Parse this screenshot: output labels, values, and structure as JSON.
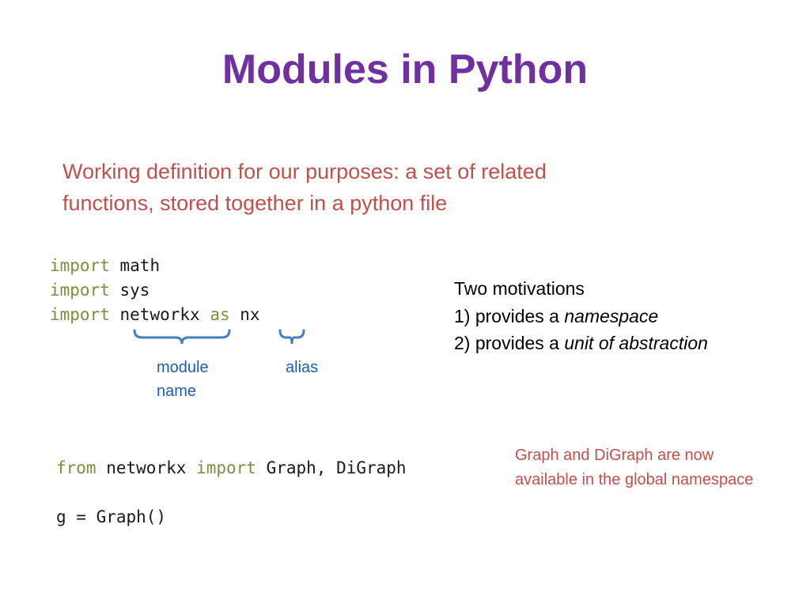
{
  "slide": {
    "title": "Modules in Python",
    "definition": {
      "line1": "Working definition for our purposes: a set of related",
      "line2": "functions, stored together in a python file"
    },
    "imports": [
      {
        "keyword": "import",
        "module": "math"
      },
      {
        "keyword": "import",
        "module": "sys"
      },
      {
        "keyword": "import",
        "module": "networkx",
        "as_keyword": "as",
        "alias": "nx"
      }
    ],
    "annotations": {
      "module_name_line1": "module",
      "module_name_line2": "name",
      "alias": "alias"
    },
    "motivations": {
      "heading": "Two motivations",
      "item1_prefix": "1) provides a ",
      "item1_emphasis": "namespace",
      "item2_prefix": "2) provides a ",
      "item2_emphasis": "unit of abstraction"
    },
    "from_import": {
      "from_keyword": "from",
      "module": "networkx",
      "import_keyword": "import",
      "names": "Graph, DiGraph"
    },
    "call_line": "g = Graph()",
    "note": {
      "line1": "Graph and DiGraph are now",
      "line2": "available in the global namespace"
    },
    "colors": {
      "title": "#7030a0",
      "accent_red": "#c0504d",
      "code_keyword": "#76923c",
      "annotation_blue": "#1f5da8"
    }
  }
}
